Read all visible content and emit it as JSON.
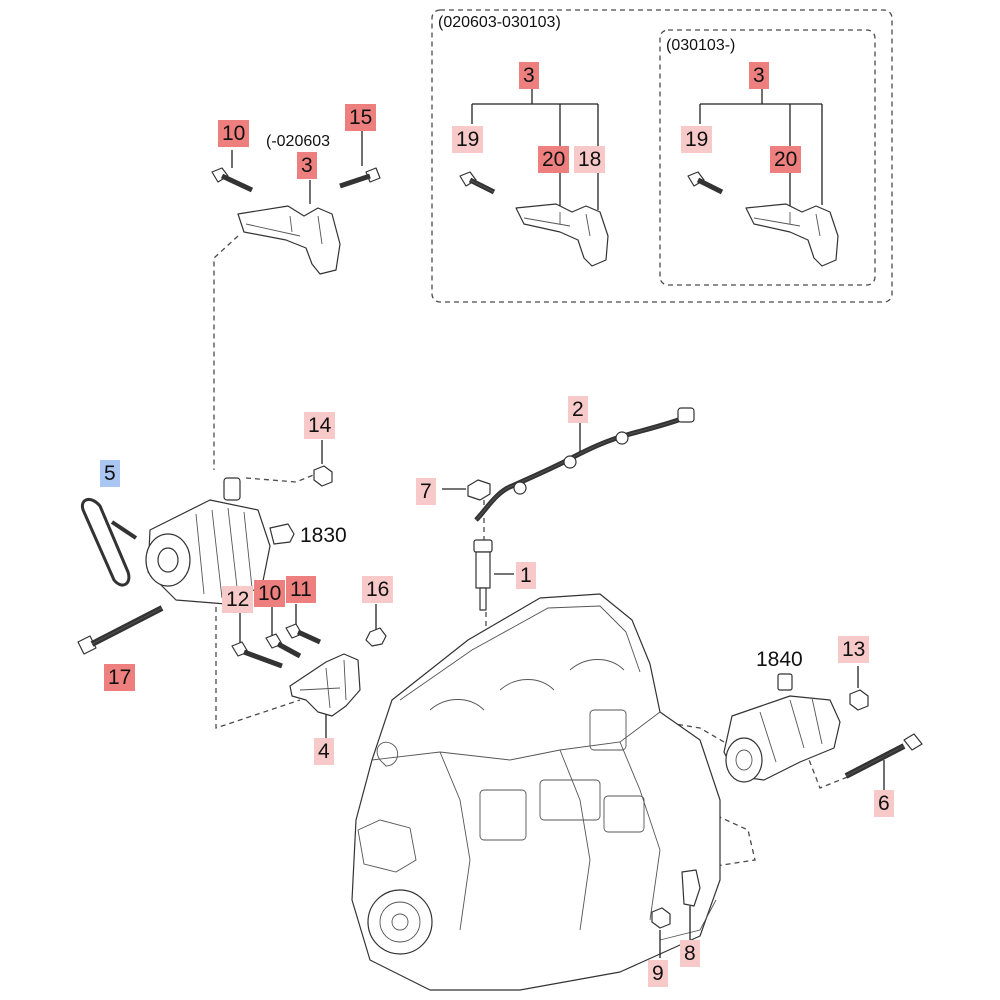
{
  "panels": {
    "range_a": "(020603-030103)",
    "range_b": "(030103-)",
    "range_c": "(-020603"
  },
  "callouts": {
    "c3_main": "3",
    "c10_top": "10",
    "c15": "15",
    "c3_a": "3",
    "c19_a": "19",
    "c20_a": "20",
    "c18": "18",
    "c3_b": "3",
    "c19_b": "19",
    "c20_b": "20",
    "c14": "14",
    "c5": "5",
    "c1830": "1830",
    "c2": "2",
    "c7": "7",
    "c1": "1",
    "c12": "12",
    "c10_mid": "10",
    "c11": "11",
    "c16": "16",
    "c17": "17",
    "c4": "4",
    "c1840": "1840",
    "c13": "13",
    "c6": "6",
    "c8": "8",
    "c9": "9"
  },
  "colors": {
    "highlight_strong": "#ee7f7f",
    "highlight_light": "#f7c9c9",
    "highlight_blue": "#a9c7f2"
  }
}
